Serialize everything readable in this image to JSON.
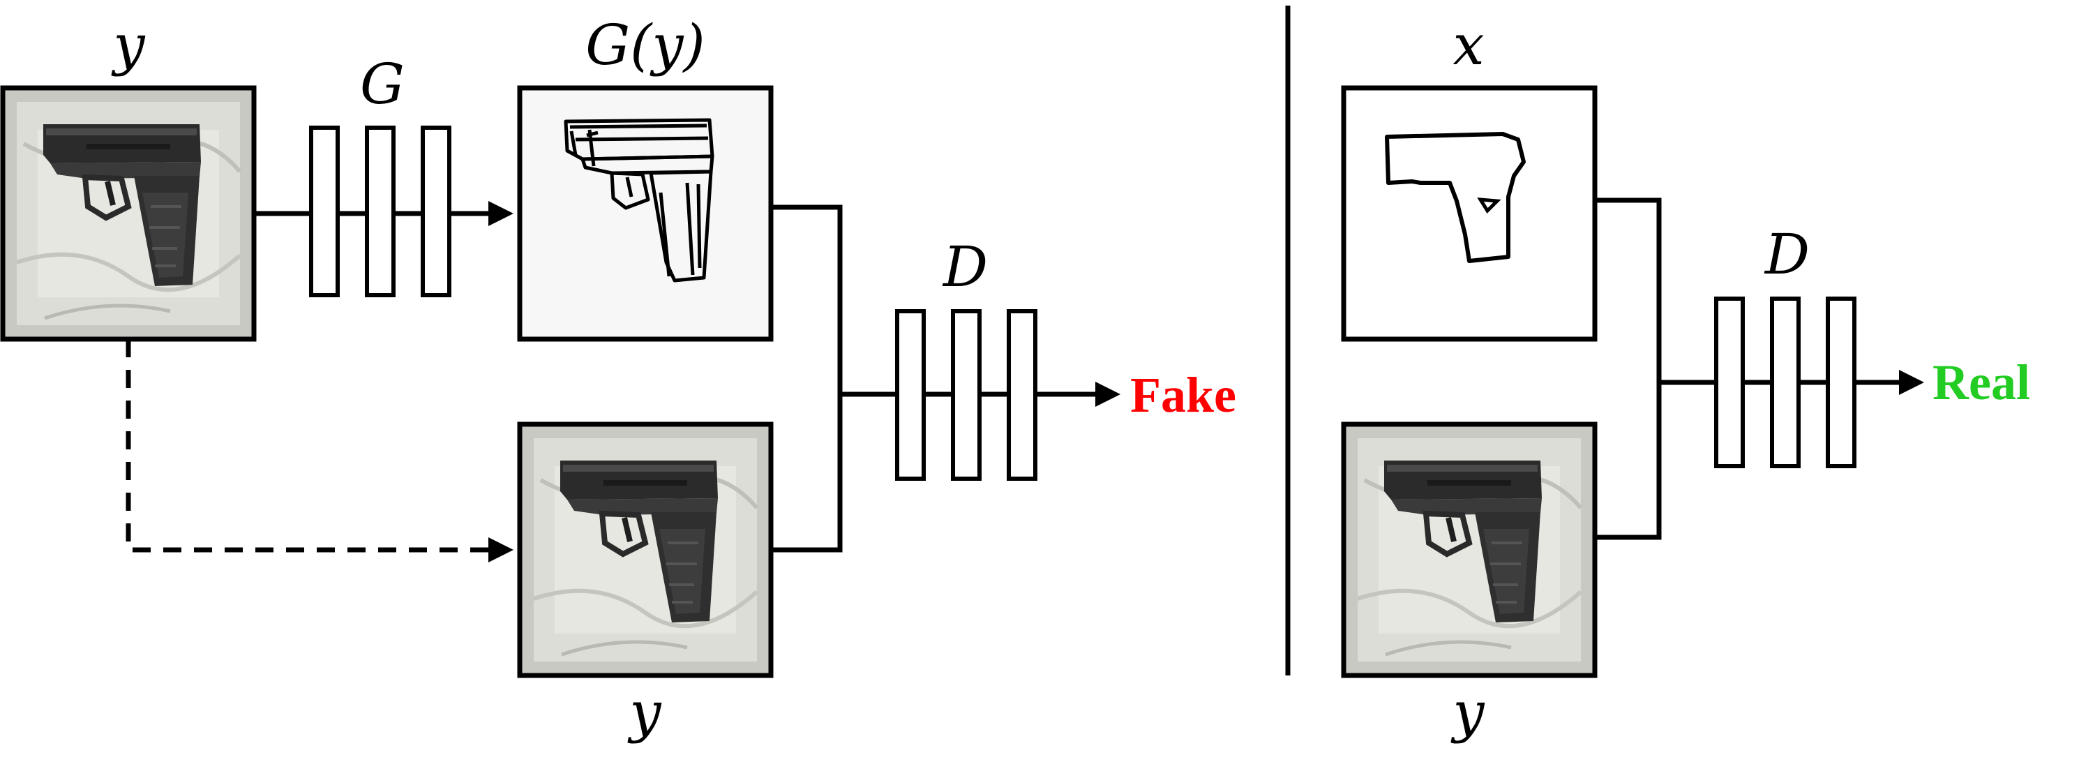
{
  "generator_panel": {
    "input_label": "y",
    "generator_label": "G",
    "output_label": "G(y)",
    "copy_label": "y",
    "discriminator_label": "D",
    "result_text": "Fake",
    "result_color": "#ff0000"
  },
  "real_panel": {
    "sketch_label": "x",
    "photo_label": "y",
    "discriminator_label": "D",
    "result_text": "Real",
    "result_color": "#22cc22"
  },
  "images": {
    "photo": "handgun-photo",
    "generated_sketch": "handgun-generated-sketch",
    "real_sketch": "handgun-outline-sketch"
  }
}
